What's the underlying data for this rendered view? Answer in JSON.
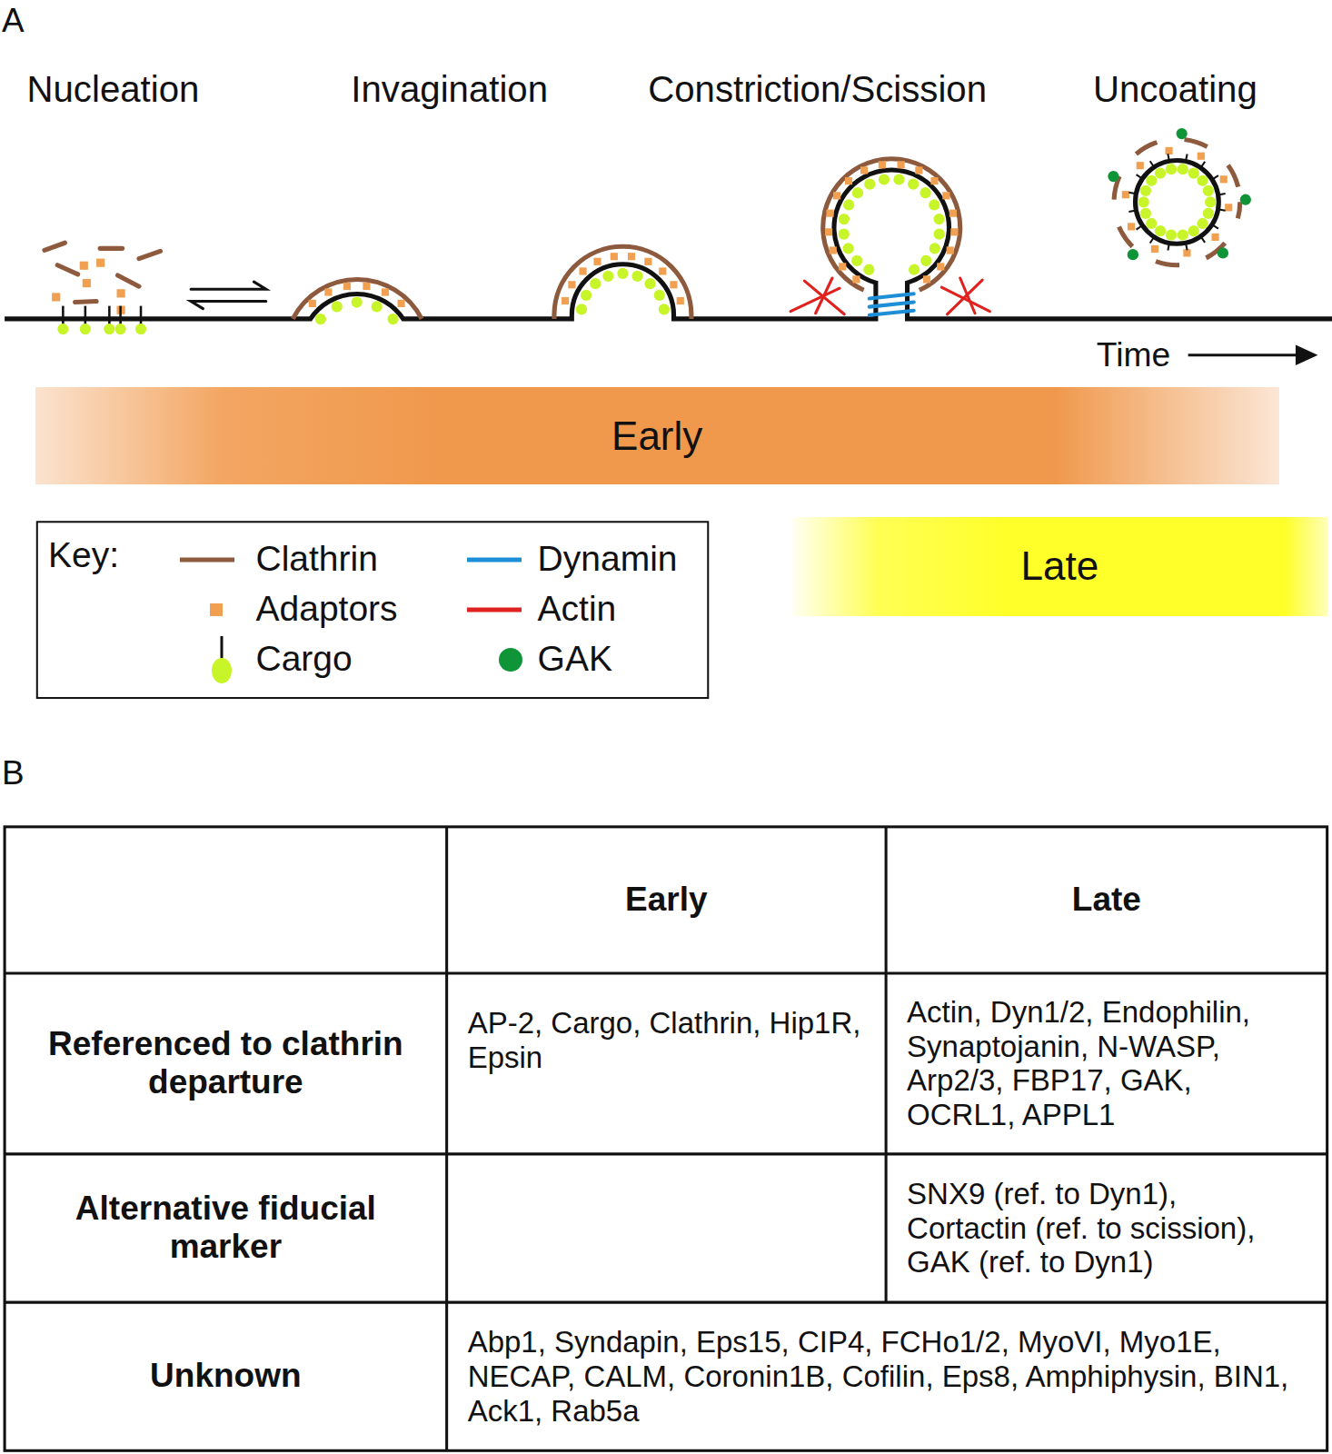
{
  "diagram": {
    "nodes": [
      {
        "text": [
          "Early"
        ]
      },
      {
        "text": [
          "Late"
        ]
      }
    ],
    "labels": [
      "A",
      "Nucleation",
      "Invagination",
      "Constriction/Scission",
      "Uncoating",
      "Time",
      "Key:",
      "B",
      "Early",
      "Late",
      "Referenced to clathrin departure",
      "AP-2, Cargo, Clathrin, Hip1R, Epsin",
      "Actin, Dyn1/2, Endophilin, Synaptojanin, N-WASP, Arp2/3, FBP17, GAK, OCRL1, APPL1",
      "Alternative fiducial marker",
      "SNX9 (ref. to Dyn1), Cortactin (ref. to scission), GAK (ref. to Dyn1)",
      "Unknown",
      "Abp1, Syndapin, Eps15, CIP4, FCHo1/2, MyoVI, Myo1E, NECAP, CALM, Coronin1B, Cofilin, Eps8, Amphiphysin, BIN1, Ack1, Rab5a"
    ],
    "legend": [
      {
        "text": "Clathrin"
      },
      {
        "text": "Adaptors",
        "color": "#f0a050"
      },
      {
        "text": "Cargo"
      },
      {
        "text": "Dynamin"
      },
      {
        "text": "Actin"
      },
      {
        "text": "GAK",
        "color": "#0f9438"
      }
    ]
  }
}
